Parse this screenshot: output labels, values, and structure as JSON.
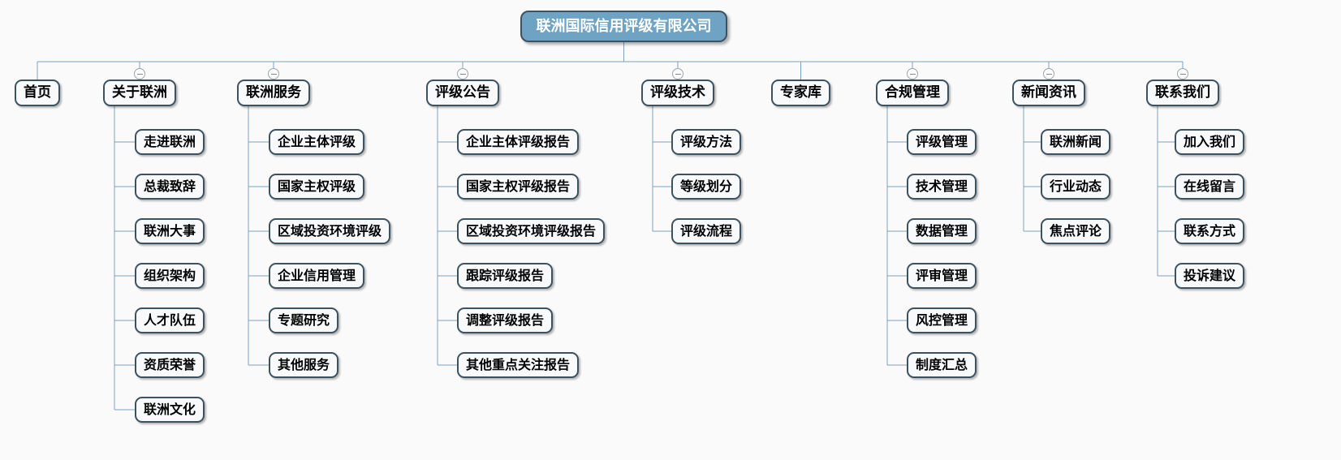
{
  "diagram": {
    "type": "sitemap-tree",
    "background_color": "#fafafa",
    "root_fill_color": "#6fa3c4",
    "node_border_color": "#3c5261",
    "node_fill_color": "#f7f9fa",
    "link_color": "#7da3bd",
    "toggle_icon": "collapse-minus-icon"
  },
  "root": {
    "label": "联洲国际信用评级有限公司"
  },
  "columns": [
    {
      "label": "首页",
      "has_toggle": false,
      "children": []
    },
    {
      "label": "关于联洲",
      "has_toggle": true,
      "children": [
        {
          "label": "走进联洲"
        },
        {
          "label": "总裁致辞"
        },
        {
          "label": "联洲大事"
        },
        {
          "label": "组织架构"
        },
        {
          "label": "人才队伍"
        },
        {
          "label": "资质荣誉"
        },
        {
          "label": "联洲文化"
        }
      ]
    },
    {
      "label": "联洲服务",
      "has_toggle": true,
      "children": [
        {
          "label": "企业主体评级"
        },
        {
          "label": "国家主权评级"
        },
        {
          "label": "区域投资环境评级"
        },
        {
          "label": "企业信用管理"
        },
        {
          "label": "专题研究"
        },
        {
          "label": "其他服务"
        }
      ]
    },
    {
      "label": "评级公告",
      "has_toggle": true,
      "children": [
        {
          "label": "企业主体评级报告"
        },
        {
          "label": "国家主权评级报告"
        },
        {
          "label": "区域投资环境评级报告"
        },
        {
          "label": "跟踪评级报告"
        },
        {
          "label": "调整评级报告"
        },
        {
          "label": "其他重点关注报告"
        }
      ]
    },
    {
      "label": "评级技术",
      "has_toggle": true,
      "children": [
        {
          "label": "评级方法"
        },
        {
          "label": "等级划分"
        },
        {
          "label": "评级流程"
        }
      ]
    },
    {
      "label": "专家库",
      "has_toggle": false,
      "children": []
    },
    {
      "label": "合规管理",
      "has_toggle": true,
      "children": [
        {
          "label": "评级管理"
        },
        {
          "label": "技术管理"
        },
        {
          "label": "数据管理"
        },
        {
          "label": "评审管理"
        },
        {
          "label": "风控管理"
        },
        {
          "label": "制度汇总"
        }
      ]
    },
    {
      "label": "新闻资讯",
      "has_toggle": true,
      "children": [
        {
          "label": "联洲新闻"
        },
        {
          "label": "行业动态"
        },
        {
          "label": "焦点评论"
        }
      ]
    },
    {
      "label": "联系我们",
      "has_toggle": true,
      "children": [
        {
          "label": "加入我们"
        },
        {
          "label": "在线留言"
        },
        {
          "label": "联系方式"
        },
        {
          "label": "投诉建议"
        }
      ]
    }
  ]
}
